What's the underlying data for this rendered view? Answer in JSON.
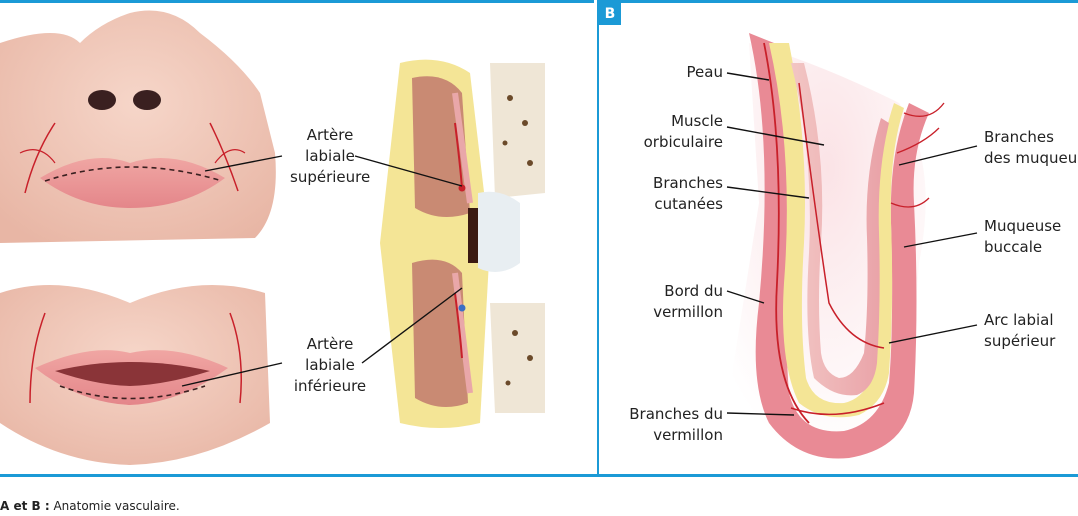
{
  "panel_a": {
    "label_upper": "Artère\nlabiale\nsupérieure",
    "label_lower": "Artère\nlabiale\ninférieure"
  },
  "panel_b": {
    "badge": "B",
    "labels": {
      "peau": "Peau",
      "muscle": "Muscle\norbiculaire",
      "branches_cutanees": "Branches\ncutanées",
      "bord_vermillon": "Bord du\nvermillon",
      "branches_vermillon": "Branches du\nvermillon",
      "branches_muqueuses": "Branches\ndes muqueu",
      "muqueuse": "Muqueuse\nbuccale",
      "arc_labial": "Arc labial\nsupérieur"
    }
  },
  "caption": {
    "bold": "A et B :",
    "text": " Anatomie vasculaire."
  },
  "colors": {
    "accent": "#1b9ad6",
    "artery": "#c8202a",
    "skin": "#f0c3b3",
    "vermillion": "#e98a95",
    "muscle": "#e9a7a9",
    "fat": "#f4e596"
  }
}
